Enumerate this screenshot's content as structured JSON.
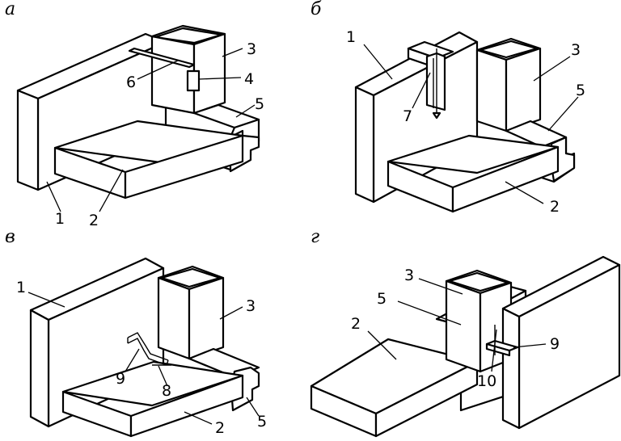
{
  "panels": [
    {
      "letter": "а",
      "labels": [
        "1",
        "2",
        "3",
        "4",
        "5",
        "6"
      ]
    },
    {
      "letter": "б",
      "labels": [
        "1",
        "2",
        "3",
        "5",
        "7"
      ]
    },
    {
      "letter": "в",
      "labels": [
        "1",
        "2",
        "3",
        "5",
        "8",
        "9"
      ]
    },
    {
      "letter": "г",
      "labels": [
        "2",
        "3",
        "5",
        "9",
        "10"
      ]
    }
  ],
  "colors": {
    "stroke": "#000000",
    "fill": "#ffffff"
  }
}
